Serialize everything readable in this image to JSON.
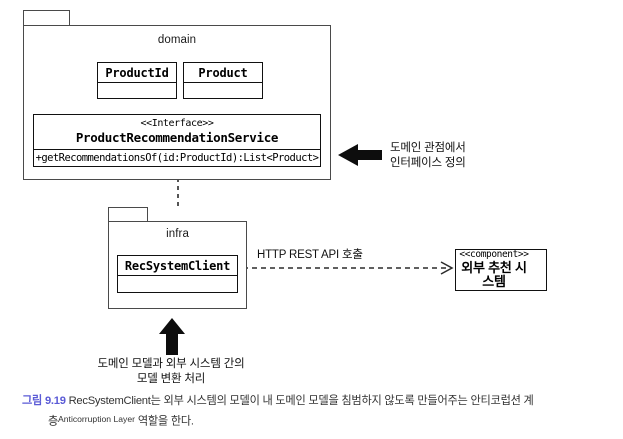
{
  "diagram": {
    "type": "uml-package-diagram",
    "domain_package": {
      "name": "domain",
      "classes": [
        {
          "name": "ProductId"
        },
        {
          "name": "Product"
        }
      ],
      "interface": {
        "stereotype": "<<Interface>>",
        "name": "ProductRecommendationService",
        "operations": [
          "+getRecommendationsOf(id:ProductId):List<Product>"
        ]
      }
    },
    "infra_package": {
      "name": "infra",
      "classes": [
        {
          "name": "RecSystemClient"
        }
      ]
    },
    "external_component": {
      "stereotype": "<<component>>",
      "name": "외부 추천 시스템",
      "icon": "component-icon"
    },
    "connectors": [
      {
        "id": "realization",
        "kind": "realization",
        "label": "",
        "from": "RecSystemClient",
        "to": "ProductRecommendationService"
      },
      {
        "id": "http-call",
        "kind": "dependency",
        "label": "HTTP REST API 호출",
        "from": "RecSystemClient",
        "to": "외부 추천 시스템"
      }
    ],
    "annotations": [
      {
        "id": "interface-note",
        "arrow": "left-arrow-icon",
        "lines": [
          "도메인 관점에서",
          "인터페이스 정의"
        ]
      },
      {
        "id": "conversion-note",
        "arrow": "up-arrow-icon",
        "lines": [
          "도메인 모델과 외부 시스템 간의",
          "모델 변환 처리"
        ]
      }
    ]
  },
  "caption": {
    "label": "그림 9.19",
    "label_color": "#5b5bd6",
    "line1": "RecSystemClient는 외부 시스템의 모델이 내 도메인 모델을 침범하지 않도록 만들어주는 안티코럽션 계",
    "line2_prefix": "층",
    "line2_sup": "Anticorruption Layer",
    "line2_suffix": " 역할을 한다."
  }
}
